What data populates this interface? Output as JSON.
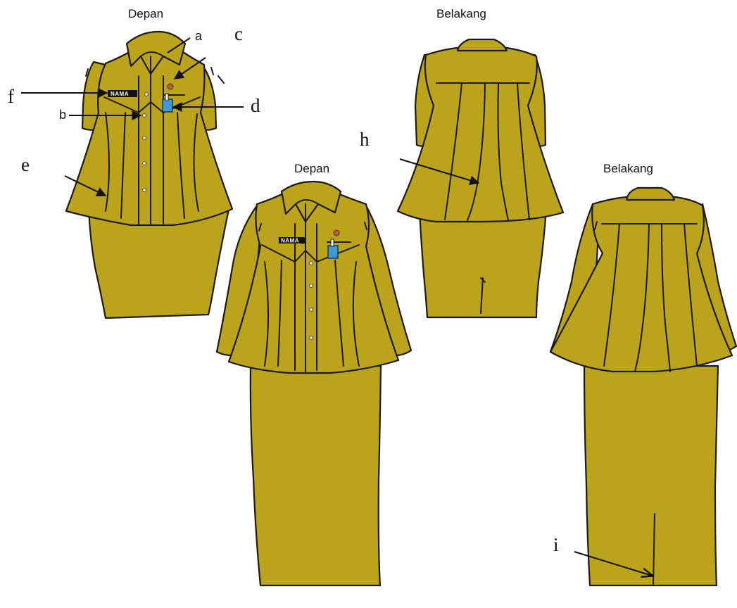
{
  "colors": {
    "fabric": "#bba31b",
    "outline": "#1a1a1a",
    "pocket": "#3a9ad4",
    "badge": "#c65a2a",
    "nametag": "#111111"
  },
  "views": [
    {
      "label": "Depan"
    },
    {
      "label": "Belakang"
    },
    {
      "label": "Depan"
    },
    {
      "label": "Belakang"
    }
  ],
  "name_tag": "NAMA",
  "callouts": {
    "a": "a",
    "b": "b",
    "c": "c",
    "d": "d",
    "e": "e",
    "f": "f",
    "h": "h",
    "i": "i"
  },
  "icons": {
    "button": "button-icon",
    "badge": "badge-icon",
    "pocket": "id-pocket-icon"
  }
}
